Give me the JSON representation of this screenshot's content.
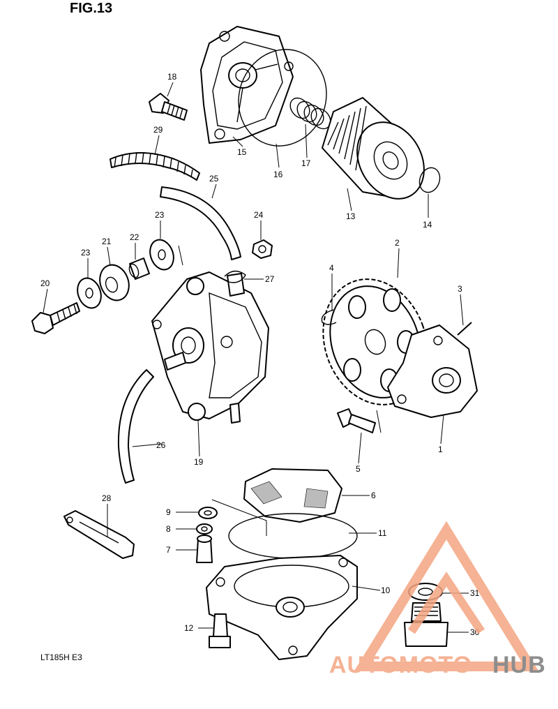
{
  "figure": {
    "title": "FIG.13",
    "caption": "LT185H  E3"
  },
  "callouts": [
    {
      "id": "c1",
      "label": "1"
    },
    {
      "id": "c2",
      "label": "2"
    },
    {
      "id": "c3",
      "label": "3"
    },
    {
      "id": "c4",
      "label": "4"
    },
    {
      "id": "c5",
      "label": "5"
    },
    {
      "id": "c6",
      "label": "6"
    },
    {
      "id": "c7",
      "label": "7"
    },
    {
      "id": "c8",
      "label": "8"
    },
    {
      "id": "c9",
      "label": "9"
    },
    {
      "id": "c10",
      "label": "10"
    },
    {
      "id": "c11",
      "label": "11"
    },
    {
      "id": "c12",
      "label": "12"
    },
    {
      "id": "c13",
      "label": "13"
    },
    {
      "id": "c14",
      "label": "14"
    },
    {
      "id": "c15",
      "label": "15"
    },
    {
      "id": "c16",
      "label": "16"
    },
    {
      "id": "c17",
      "label": "17"
    },
    {
      "id": "c18",
      "label": "18"
    },
    {
      "id": "c19",
      "label": "19"
    },
    {
      "id": "c20",
      "label": "20"
    },
    {
      "id": "c21",
      "label": "21"
    },
    {
      "id": "c22",
      "label": "22"
    },
    {
      "id": "c23a",
      "label": "23"
    },
    {
      "id": "c23b",
      "label": "23"
    },
    {
      "id": "c24",
      "label": "24"
    },
    {
      "id": "c25",
      "label": "25"
    },
    {
      "id": "c26",
      "label": "26"
    },
    {
      "id": "c27",
      "label": "27"
    },
    {
      "id": "c28",
      "label": "28"
    },
    {
      "id": "c29",
      "label": "29"
    },
    {
      "id": "c30",
      "label": "30"
    },
    {
      "id": "c31",
      "label": "31"
    }
  ],
  "watermark": {
    "word_part1": "AUTOMOTO",
    "word_part2": "HUB",
    "color_primary": "#f4a582",
    "color_secondary": "#7a7a7a"
  }
}
